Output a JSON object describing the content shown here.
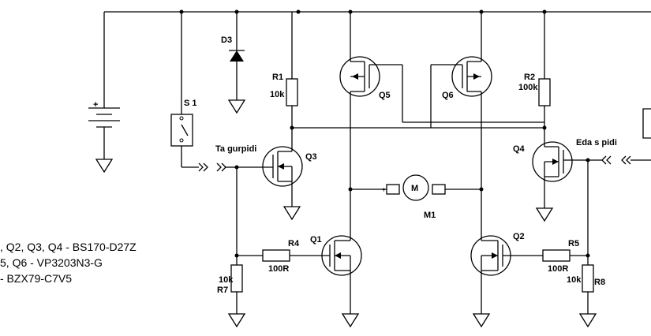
{
  "labels": {
    "d3": "D3",
    "r1": "R1",
    "r1_val": "10k",
    "s1": "S 1",
    "q5": "Q5",
    "q6": "Q6",
    "r2": "R2",
    "r2_val": "100k",
    "q3": "Q3",
    "q4": "Q4",
    "tagurpidi": "Ta gurpidi",
    "edaspidi": "Eda s pidi",
    "m_symbol": "M",
    "m1": "M1",
    "q1": "Q1",
    "q2": "Q2",
    "r4": "R4",
    "r4_val": "100R",
    "r5": "R5",
    "r5_val": "100R",
    "r7": "R7",
    "r7_val": "10k",
    "r8": "R8",
    "r8_val": "10k",
    "bat_plus": "+",
    "motor_plus": "+"
  },
  "notes": [
    ", Q2, Q3, Q4 - BS170-D27Z",
    "5, Q6 - VP3203N3-G",
    " - BZX79-C7V5"
  ]
}
